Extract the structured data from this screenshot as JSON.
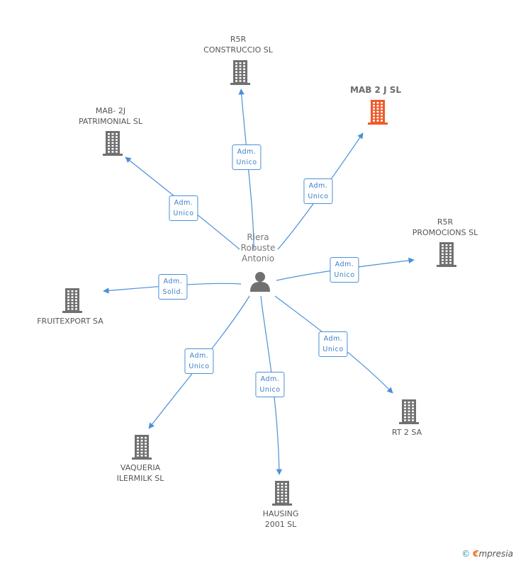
{
  "center": {
    "name_lines": [
      "Riera",
      "Robuste",
      "Antonio"
    ]
  },
  "companies": [
    {
      "id": "r5r-construccio",
      "lines": [
        "R5R",
        "CONSTRUCCIO SL"
      ],
      "highlight": false
    },
    {
      "id": "mab-2j-sl",
      "lines": [
        "MAB 2 J SL"
      ],
      "highlight": true
    },
    {
      "id": "mab-2j-patrimonial",
      "lines": [
        "MAB- 2J",
        "PATRIMONIAL SL"
      ],
      "highlight": false
    },
    {
      "id": "r5r-promocions",
      "lines": [
        "R5R",
        "PROMOCIONS SL"
      ],
      "highlight": false
    },
    {
      "id": "fruitexport",
      "lines": [
        "FRUITEXPORT SA"
      ],
      "highlight": false
    },
    {
      "id": "rt2",
      "lines": [
        "RT 2 SA"
      ],
      "highlight": false
    },
    {
      "id": "vaqueria",
      "lines": [
        "VAQUERIA",
        "ILERMILK SL"
      ],
      "highlight": false
    },
    {
      "id": "hausing",
      "lines": [
        "HAUSING",
        "2001 SL"
      ],
      "highlight": false
    }
  ],
  "relations": [
    {
      "target": "r5r-construccio",
      "lines": [
        "Adm.",
        "Unico"
      ]
    },
    {
      "target": "mab-2j-sl",
      "lines": [
        "Adm.",
        "Unico"
      ]
    },
    {
      "target": "mab-2j-patrimonial",
      "lines": [
        "Adm.",
        "Unico"
      ]
    },
    {
      "target": "r5r-promocions",
      "lines": [
        "Adm.",
        "Unico"
      ]
    },
    {
      "target": "fruitexport",
      "lines": [
        "Adm.",
        "Solid."
      ]
    },
    {
      "target": "rt2",
      "lines": [
        "Adm.",
        "Unico"
      ]
    },
    {
      "target": "vaqueria",
      "lines": [
        "Adm.",
        "Unico"
      ]
    },
    {
      "target": "hausing",
      "lines": [
        "Adm.",
        "Unico"
      ]
    }
  ],
  "colors": {
    "edge": "#4a90d9",
    "building": "#707070",
    "building_highlight": "#f05a28"
  },
  "footer": {
    "copyright": "©",
    "brand_first": "€",
    "brand_rest": "mpresia"
  }
}
